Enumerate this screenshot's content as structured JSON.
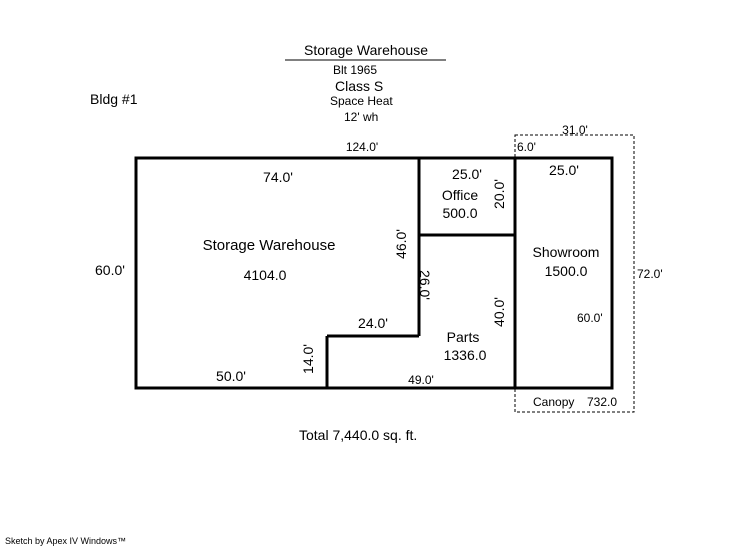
{
  "header": {
    "title": "Storage Warehouse",
    "built": "Blt 1965",
    "class": "Class S",
    "heat": "Space Heat",
    "wall_height": "12' wh"
  },
  "building_label": "Bldg #1",
  "areas": [
    {
      "name": "Storage Warehouse",
      "area": "4104.0"
    },
    {
      "name": "Office",
      "area": "500.0"
    },
    {
      "name": "Showroom",
      "area": "1500.0"
    },
    {
      "name": "Parts",
      "area": "1336.0"
    },
    {
      "name": "Canopy",
      "area": "732.0"
    }
  ],
  "dimensions": {
    "top_total": "124.0'",
    "top_canopy": "31.0'",
    "canopy_offset": "6.0'",
    "warehouse_top": "74.0'",
    "office_top": "25.0'",
    "showroom_top": "25.0'",
    "office_side": "20.0'",
    "left_side": "60.0'",
    "right_canopy": "72.0'",
    "warehouse_inner_vertical": "46.0'",
    "parts_inner_vertical": "26.0'",
    "step_horizontal": "24.0'",
    "parts_right": "40.0'",
    "showroom_right": "60.0'",
    "step_vertical": "14.0'",
    "bottom_left": "50.0'",
    "bottom_parts": "49.0'"
  },
  "total": "Total 7,440.0 sq. ft.",
  "footer": "Sketch by Apex IV Windows™"
}
